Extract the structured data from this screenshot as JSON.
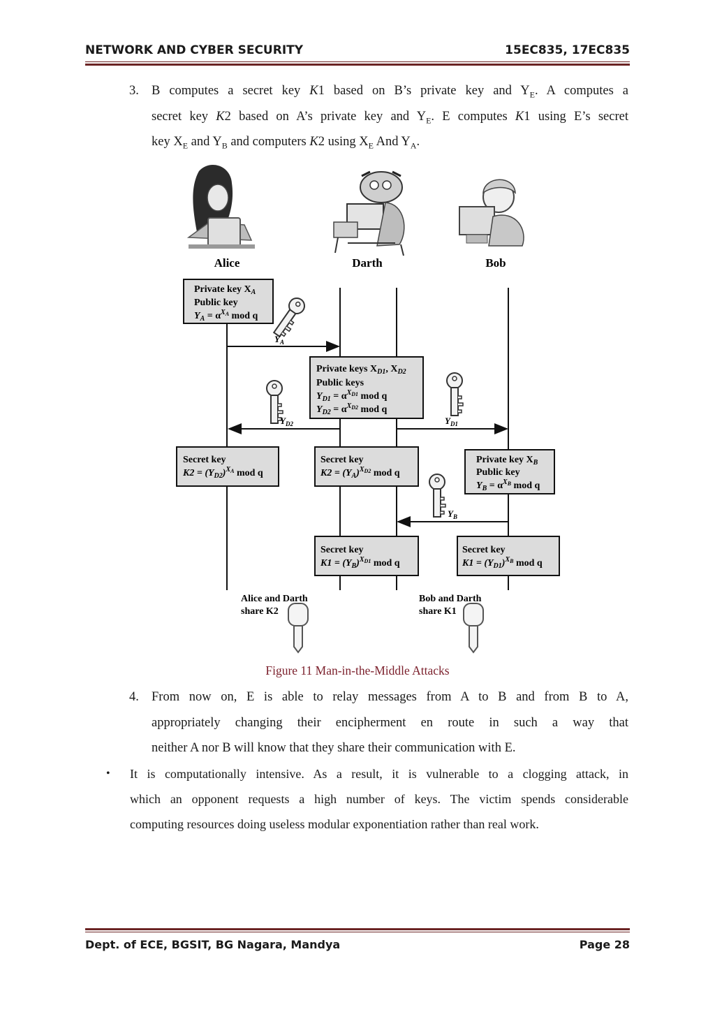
{
  "header": {
    "left": "NETWORK AND CYBER SECURITY",
    "right": "15EC835, 17EC835"
  },
  "step3": {
    "number": "3.",
    "line1": [
      "B computes a secret key ",
      "K",
      "1 based on B’s private key and Y",
      "E",
      ". A computes a"
    ],
    "line2": [
      "secret key ",
      "K",
      "2 based on A’s private key and Y",
      "E",
      ". E computes ",
      "K",
      "1 using E’s secret"
    ],
    "line3": [
      "key  X",
      "E",
      "  and  Y",
      "B",
      "  and computers ",
      "K",
      "2 using  X",
      "E",
      " And Y",
      "A",
      "."
    ]
  },
  "diagram": {
    "actors": [
      "Alice",
      "Darth",
      "Bob"
    ],
    "alice_box": [
      "Private key X",
      "A",
      "Public key",
      "Y",
      "A",
      " = α",
      "X",
      "A",
      " mod q"
    ],
    "darth_box": [
      "Private keys X",
      "D1",
      ", X",
      "D2",
      "Public keys",
      "Y",
      "D1",
      " = α",
      "X",
      "D1",
      " mod q",
      "Y",
      "D2",
      " = α",
      "X",
      "D2",
      " mod q"
    ],
    "bob_box": [
      "Private key X",
      "B",
      "Public key",
      "Y",
      "B",
      " = α",
      "X",
      "B",
      " mod q"
    ],
    "alice_secret": [
      "Secret key",
      "K2 = (Y",
      "D2",
      ")",
      "X",
      "A",
      " mod q"
    ],
    "darth_secret_k2": [
      "Secret key",
      "K2 = (Y",
      "A",
      ")",
      "X",
      "D2",
      " mod q"
    ],
    "darth_secret_k1": [
      "Secret key",
      "K1 = (Y",
      "B",
      ")",
      "X",
      "D1",
      " mod q"
    ],
    "bob_secret": [
      "Secret key",
      "K1 = (Y",
      "D1",
      ")",
      "X",
      "B",
      " mod q"
    ],
    "msg_ya": [
      "Y",
      "A"
    ],
    "msg_yd2": [
      "Y",
      "D2"
    ],
    "msg_yd1": [
      "Y",
      "D1"
    ],
    "msg_yb": [
      "Y",
      "B"
    ],
    "share_left": [
      "Alice and Darth",
      "share K2"
    ],
    "share_right": [
      "Bob and Darth",
      "share K1"
    ]
  },
  "caption": "Figure 11 Man-in-the-Middle Attacks",
  "step4": {
    "number": "4.",
    "lines": [
      "From now on, E is able to relay messages from A to B and from B to A,",
      "appropriately changing their encipherment en route in such a way that",
      "neither A nor B will know that they share their communication with E."
    ]
  },
  "bullet": {
    "marker": "•",
    "lines": [
      "It is computationally intensive. As a result, it is vulnerable to a clogging attack, in",
      "which an opponent requests a high number of keys. The victim spends considerable",
      "computing resources doing useless modular exponentiation rather than real work."
    ]
  },
  "footer": {
    "left": "Dept. of ECE, BGSIT, BG Nagara, Mandya",
    "right": "Page 28"
  },
  "colors": {
    "rule": "#6b2424",
    "caption": "#7b1f2b",
    "box_fill": "#dcdcdc"
  }
}
